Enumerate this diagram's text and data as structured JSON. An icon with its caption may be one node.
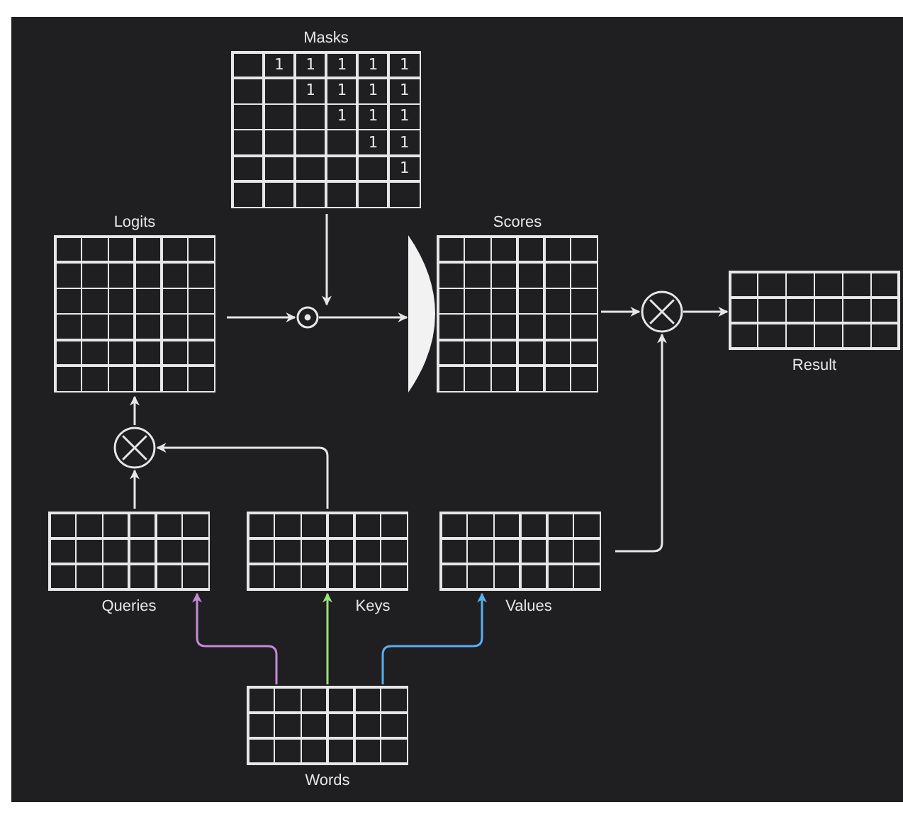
{
  "diagram": {
    "nodes": [
      {
        "text": [
          "Masks"
        ]
      },
      {
        "text": [
          "Logits"
        ]
      },
      {
        "text": [],
        "shape": "circle"
      },
      {
        "text": [],
        "shape": "bar"
      },
      {
        "text": [
          "Scores"
        ]
      },
      {
        "text": [],
        "shape": "circle"
      },
      {
        "text": [
          "Result"
        ]
      },
      {
        "text": [],
        "shape": "circle"
      },
      {
        "text": [
          "Queries"
        ]
      },
      {
        "text": [
          "Keys"
        ]
      },
      {
        "text": [
          "Values"
        ]
      },
      {
        "text": [
          "Words"
        ]
      }
    ],
    "edges": [
      {
        "from": 0,
        "to": 2,
        "arrow": "to"
      },
      {
        "from": 1,
        "to": 2,
        "arrow": "to"
      },
      {
        "from": 2,
        "to": 3,
        "arrow": "to"
      },
      {
        "from": 4,
        "to": 5,
        "arrow": "to"
      },
      {
        "from": 5,
        "to": 6,
        "arrow": "to"
      },
      {
        "from": 10,
        "to": 5,
        "arrow": "to"
      },
      {
        "from": 8,
        "to": 7,
        "arrow": "to"
      },
      {
        "from": 9,
        "to": 7,
        "arrow": "to"
      },
      {
        "from": 7,
        "to": 1,
        "arrow": "to"
      },
      {
        "from": 11,
        "to": 8,
        "arrow": "to",
        "color": "#c58bd6"
      },
      {
        "from": 11,
        "to": 9,
        "arrow": "to",
        "color": "#9be27a"
      },
      {
        "from": 11,
        "to": 10,
        "arrow": "to",
        "color": "#5aaef0"
      }
    ],
    "labels": [
      "1",
      "1",
      "1",
      "1",
      "1",
      "1",
      "1",
      "1",
      "1",
      "1",
      "1",
      "1",
      "1",
      "1",
      "1"
    ]
  }
}
